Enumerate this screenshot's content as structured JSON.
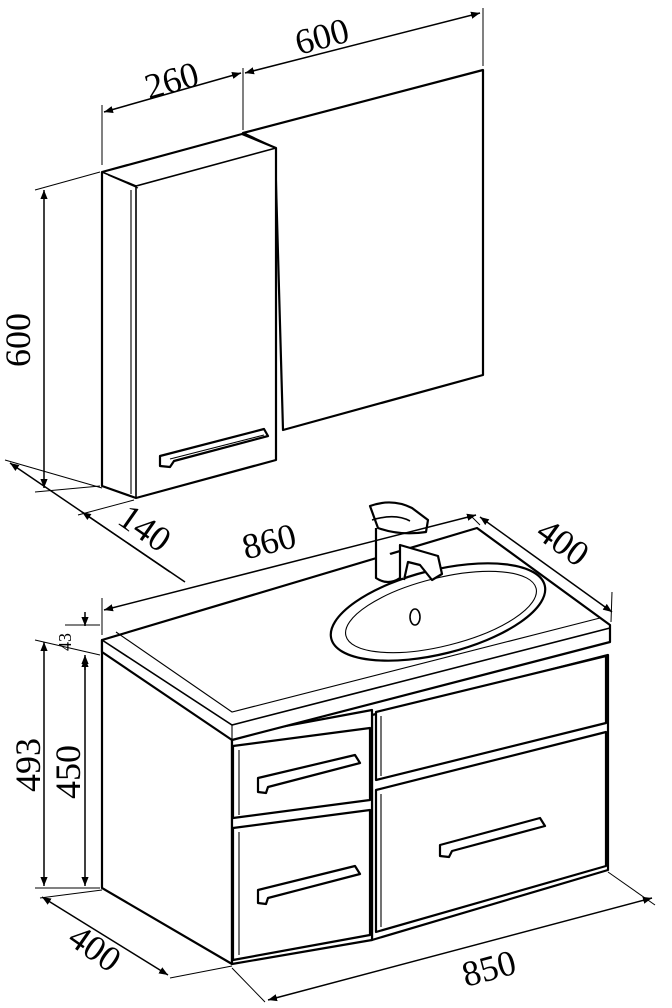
{
  "dimensions": {
    "cabinet_width": "260",
    "mirror_width": "600",
    "cabinet_height": "600",
    "cabinet_depth": "140",
    "sink_width": "860",
    "sink_depth": "400",
    "total_height": "493",
    "body_height": "450",
    "top_thickness": "43",
    "base_depth": "400",
    "base_width": "850"
  },
  "colors": {
    "line": "#000000",
    "background": "#ffffff"
  }
}
